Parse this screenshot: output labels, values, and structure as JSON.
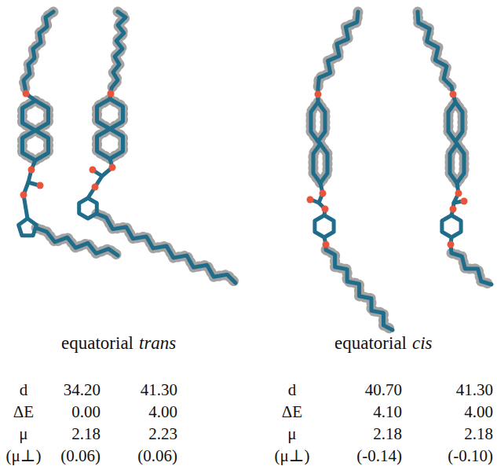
{
  "diagram": {
    "labels": [
      "equatorial",
      "trans",
      "equatorial",
      "cis",
      "d",
      "34.20",
      "41.30",
      "ΔE",
      "0.00",
      "4.00",
      "μ",
      "2.18",
      "2.23",
      "(μ⊥)",
      "(0.06)",
      "(0.06)",
      "d",
      "40.70",
      "41.30",
      "ΔE",
      "4.10",
      "4.00",
      "μ",
      "2.18",
      "2.18",
      "(μ⊥)",
      "(-0.14)",
      "(-0.10)"
    ]
  }
}
